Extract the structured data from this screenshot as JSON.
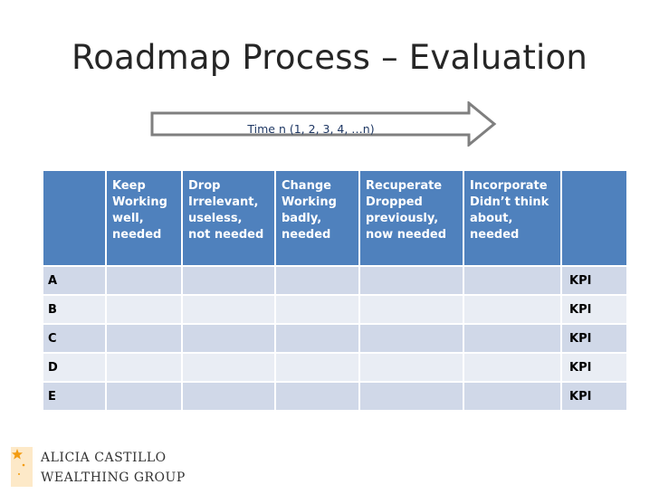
{
  "slide": {
    "title": "Roadmap Process – Evaluation",
    "timeline_label": "Time n (1, 2, 3, 4, …n)"
  },
  "table": {
    "headers": [
      {
        "lines": []
      },
      {
        "lines": [
          "Keep",
          "Working",
          "well,",
          "needed"
        ]
      },
      {
        "lines": [
          "Drop",
          "Irrelevant,",
          "useless,",
          "not needed"
        ]
      },
      {
        "lines": [
          "Change",
          "Working",
          "badly,",
          "needed"
        ]
      },
      {
        "lines": [
          "Recuperate",
          "Dropped",
          "previously,",
          "now needed"
        ]
      },
      {
        "lines": [
          "Incorporate",
          "Didn’t think",
          "about,",
          "needed"
        ]
      },
      {
        "lines": []
      }
    ],
    "rows": [
      {
        "label": "A",
        "kpi": "KPI"
      },
      {
        "label": "B",
        "kpi": "KPI"
      },
      {
        "label": "C",
        "kpi": "KPI"
      },
      {
        "label": "D",
        "kpi": "KPI"
      },
      {
        "label": "E",
        "kpi": "KPI"
      }
    ]
  },
  "logo": {
    "line1": "ALICIA CASTILLO",
    "line2": "WEALTHING GROUP"
  },
  "colors": {
    "header_bg": "#4f81bd",
    "row_dark": "#d0d8e8",
    "row_light": "#e9edf4",
    "arrow_stroke": "#7f7f7f",
    "logo_orange": "#f39c12"
  }
}
